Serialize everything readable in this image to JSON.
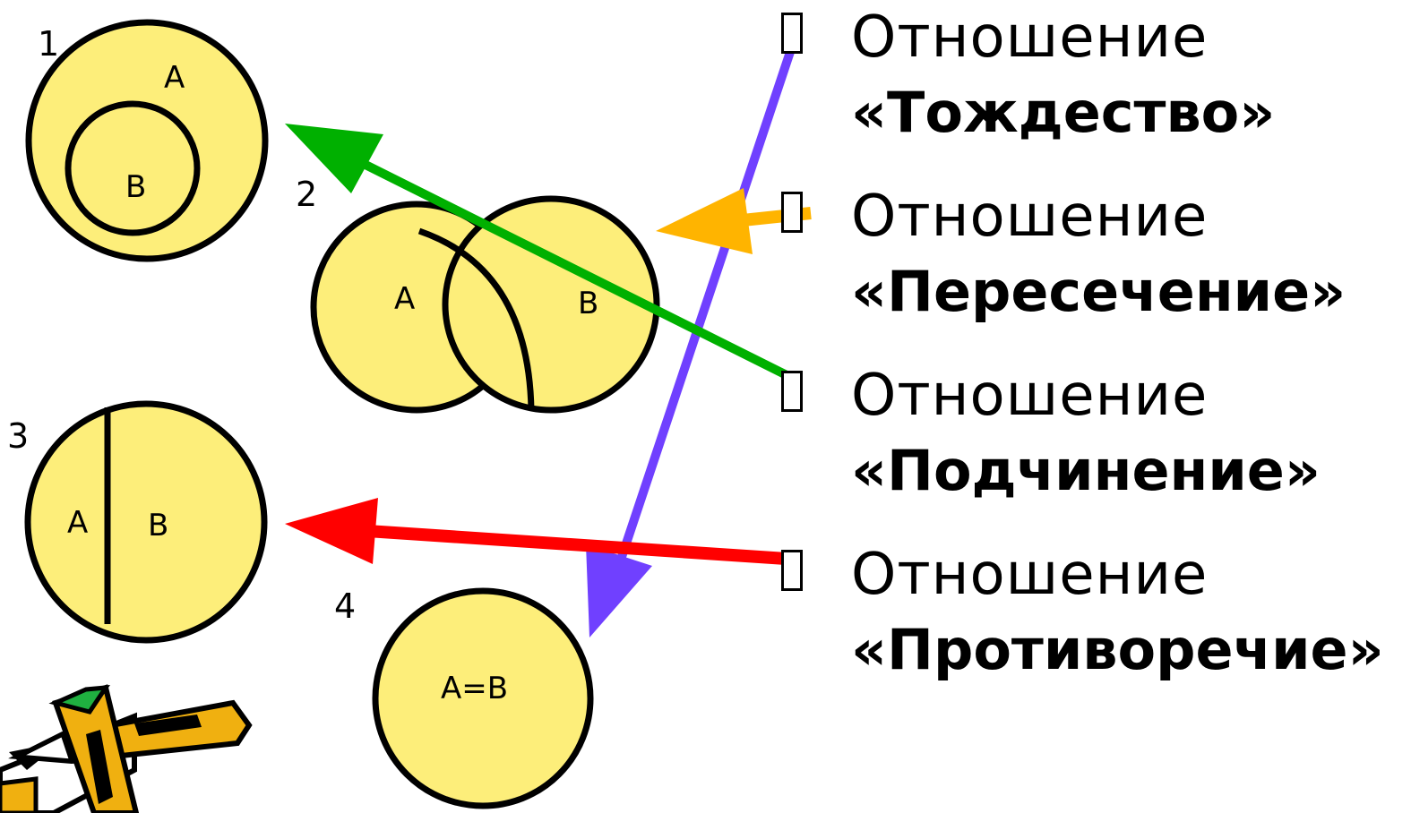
{
  "diagrams": {
    "d1": {
      "number": "1",
      "outer_label": "A",
      "inner_label": "B"
    },
    "d2": {
      "number": "2",
      "left_label": "A",
      "right_label": "B"
    },
    "d3": {
      "number": "3",
      "left_label": "A",
      "right_label": "B"
    },
    "d4": {
      "number": "4",
      "label": "A=B"
    }
  },
  "relations": [
    {
      "word": "Отношение",
      "name": "«Тождество»"
    },
    {
      "word": "Отношение",
      "name": "«Пересечение»"
    },
    {
      "word": "Отношение",
      "name": "«Подчинение»"
    },
    {
      "word": "Отношение",
      "name": "«Противоречие»"
    }
  ],
  "colors": {
    "circle_fill": "#fdee7a",
    "arrow_identity": "#7040ff",
    "arrow_intersection": "#ffb400",
    "arrow_subordination": "#00b000",
    "arrow_contradiction": "#ff0000"
  },
  "clipart": "pencils-icon"
}
